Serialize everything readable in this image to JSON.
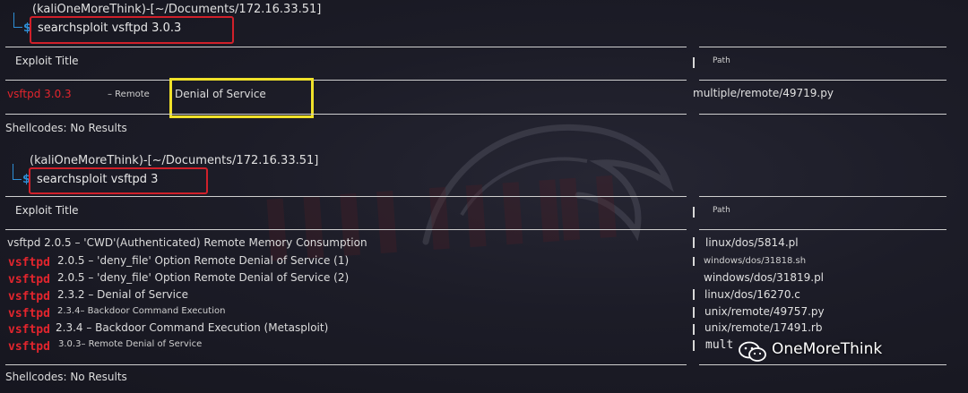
{
  "watermark": {
    "brand": "OneMoreThink"
  },
  "block1": {
    "prompt": "(kaliOneMoreThink)-[~/Documents/172.16.33.51]",
    "dollar": "$",
    "command": "searchsploit vsftpd 3.0.3",
    "header_title": "Exploit Title",
    "header_path": "Path",
    "result_name": "vsftpd 3.0.3",
    "result_sep": "– Remote",
    "result_desc": "Denial of Service",
    "result_path": "multiple/remote/49719.py",
    "shellcodes": "Shellcodes: No Results"
  },
  "block2": {
    "prompt": "(kaliOneMoreThink)-[~/Documents/172.16.33.51]",
    "dollar": "$",
    "command": "searchsploit vsftpd 3",
    "header_title": "Exploit Title",
    "header_path": "Path",
    "rows": [
      {
        "name": "",
        "title": "vsftpd 2.0.5 – 'CWD'(Authenticated) Remote Memory Consumption",
        "path": "linux/dos/5814.pl"
      },
      {
        "name": "vsftpd",
        "title": "2.0.5 – 'deny_file' Option Remote Denial of Service (1)",
        "path": "windows/dos/31818.sh"
      },
      {
        "name": "vsftpd",
        "title": "2.0.5 – 'deny_file' Option Remote Denial of Service (2)",
        "path": "windows/dos/31819.pl"
      },
      {
        "name": "vsftpd",
        "title": "2.3.2 – Denial of Service",
        "path": "linux/dos/16270.c"
      },
      {
        "name": "vsftpd",
        "title": "2.3.4– Backdoor Command Execution",
        "path": "unix/remote/49757.py"
      },
      {
        "name": "vsftpd",
        "title": "2.3.4 – Backdoor Command Execution (Metasploit)",
        "path": "unix/remote/17491.rb"
      },
      {
        "name": "vsftpd",
        "title": "3.0.3– Remote Denial of Service",
        "path": "mult"
      }
    ],
    "shellcodes": "Shellcodes: No Results"
  },
  "colors": {
    "accent_blue": "#2e8fd6",
    "highlight_red": "#e2252d",
    "annotation_yellow": "#f0e12a"
  }
}
